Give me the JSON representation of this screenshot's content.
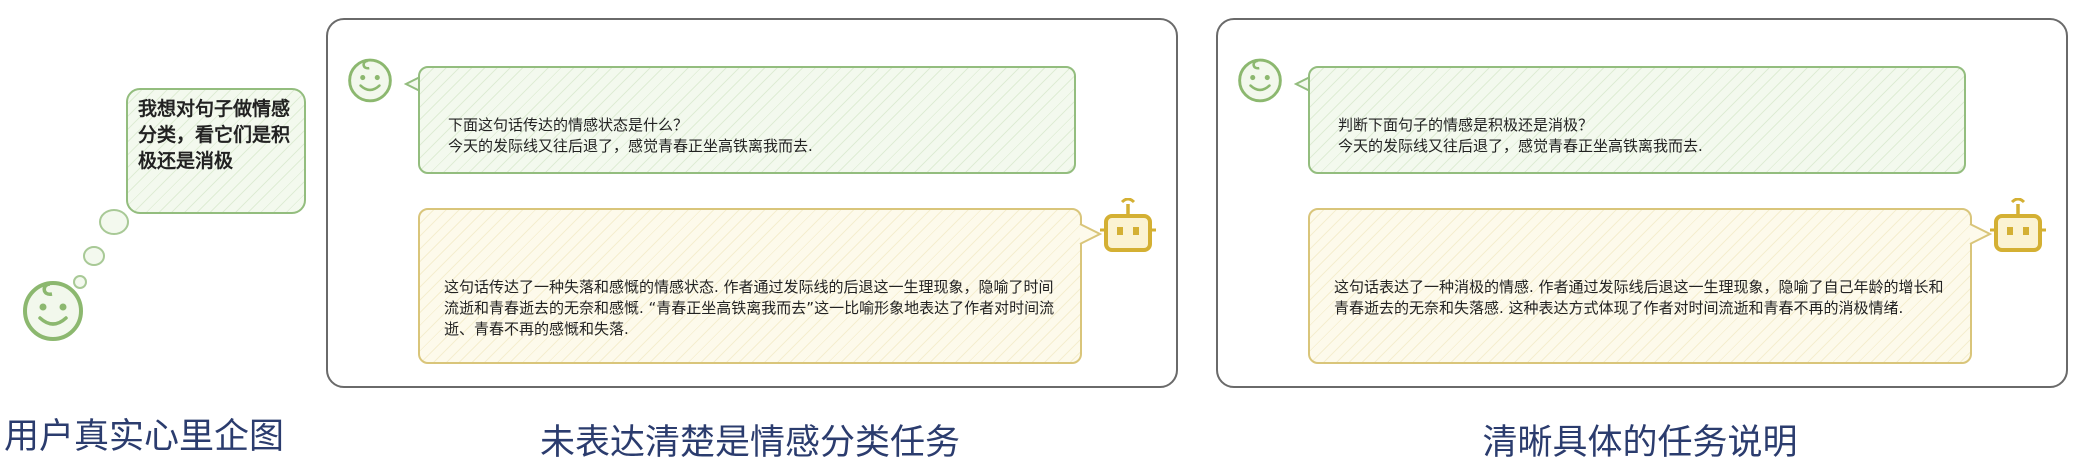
{
  "user_intent": {
    "thought": "我想对句子做情感分类，看它们是积极还是消极",
    "caption": "用户真实心里企图"
  },
  "panels": [
    {
      "question": "下面这句话传达的情感状态是什么？\n今天的发际线又往后退了，感觉青春正坐高铁离我而去.",
      "answer": "这句话传达了一种失落和感慨的情感状态. 作者通过发际线的后退这一生理现象，隐喻了时间流逝和青春逝去的无奈和感慨. “青春正坐高铁离我而去”这一比喻形象地表达了作者对时间流逝、青春不再的感慨和失落.",
      "caption": "未表达清楚是情感分类任务"
    },
    {
      "question": "判断下面句子的情感是积极还是消极？\n今天的发际线又往后退了，感觉青春正坐高铁离我而去.",
      "answer": "这句话表达了一种消极的情感. 作者通过发际线后退这一生理现象，隐喻了自己年龄的增长和青春逝去的无奈和失落感. 这种表达方式体现了作者对时间流逝和青春不再的消极情绪.",
      "caption": "清晰具体的任务说明"
    }
  ],
  "colors": {
    "user": "#8cb86f",
    "robot": "#d4b033",
    "caption": "#2b3c6e",
    "panel_border": "#6a6a6a"
  },
  "icons": [
    "user-face-icon",
    "robot-icon"
  ]
}
